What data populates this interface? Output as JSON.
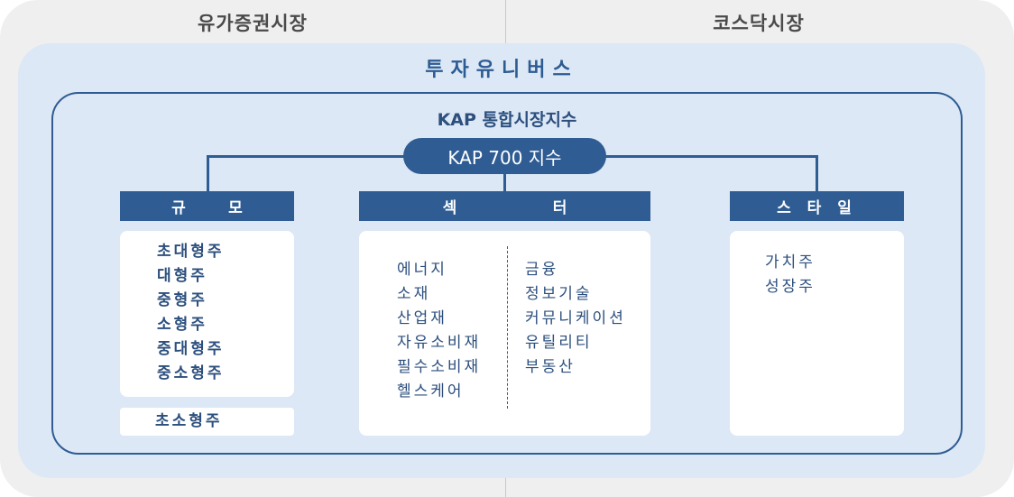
{
  "markets": {
    "left": "유가증권시장",
    "right": "코스닥시장"
  },
  "universe": {
    "title": "투자유니버스"
  },
  "index": {
    "title": "KAP 통합시장지수",
    "main": "KAP 700 지수"
  },
  "categories": {
    "size": {
      "label": "규        모",
      "items": [
        "초대형주",
        "대형주",
        "중형주",
        "소형주",
        "중대형주",
        "중소형주"
      ],
      "extra": "초소형주"
    },
    "sector": {
      "label": "섹                  터",
      "left_items": [
        "에너지",
        "소재",
        "산업재",
        "자유소비재",
        "필수소비재",
        "헬스케어"
      ],
      "right_items": [
        "금융",
        "정보기술",
        "커뮤니케이션",
        "유틸리티",
        "부동산"
      ]
    },
    "style": {
      "label": "스 타 일",
      "items": [
        "가치주",
        "성장주"
      ]
    }
  },
  "colors": {
    "navy": "#2f5c93",
    "light_blue": "#dce8f5",
    "gray_bg": "#efefef"
  }
}
